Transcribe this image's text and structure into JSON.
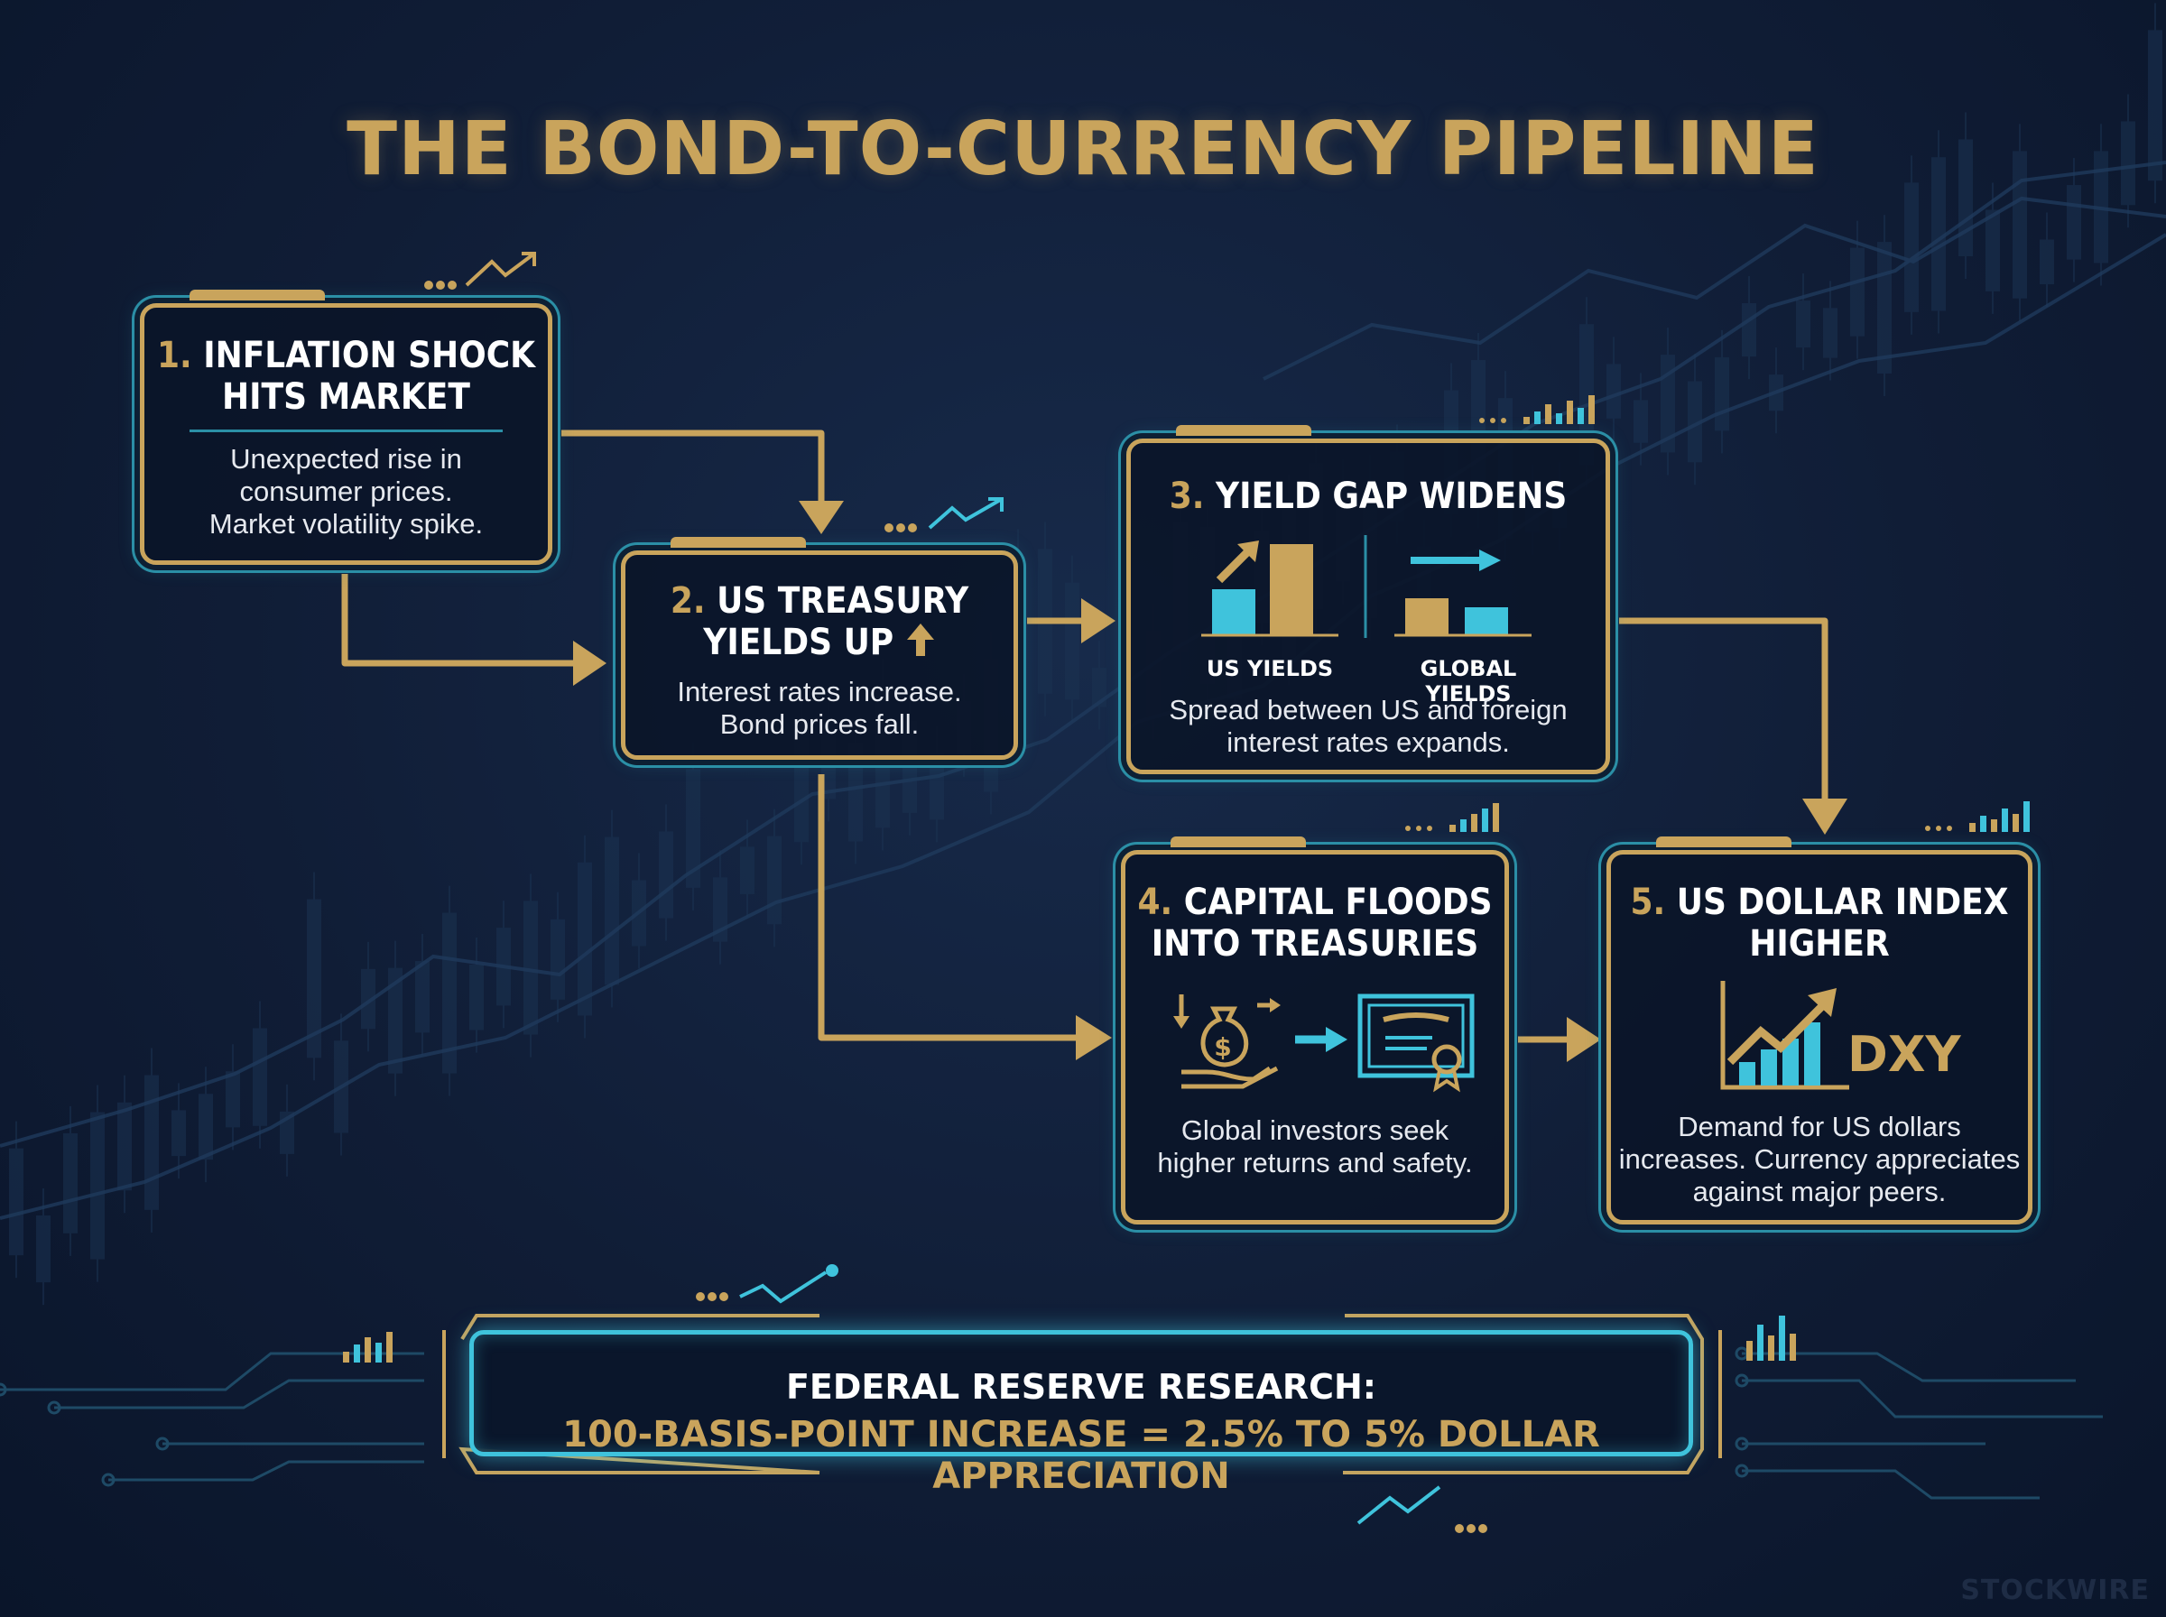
{
  "title": "THE BOND-TO-CURRENCY PIPELINE",
  "colors": {
    "gold": "#c9a45c",
    "teal": "#2b8fa6",
    "cyan": "#3fc3dc",
    "background": "#101d36"
  },
  "steps": [
    {
      "num": "1.",
      "title_line1": "INFLATION SHOCK",
      "title_line2": "HITS MARKET",
      "desc": [
        "Unexpected rise in",
        "consumer prices.",
        "Market volatility spike."
      ]
    },
    {
      "num": "2.",
      "title_line1": "US TREASURY",
      "title_line2": "YIELDS UP",
      "desc": [
        "Interest rates increase.",
        "Bond prices fall."
      ],
      "icon": "up-arrow-icon"
    },
    {
      "num": "3.",
      "title_line1": "YIELD GAP WIDENS",
      "sublabels": [
        "US YIELDS",
        "GLOBAL YIELDS"
      ],
      "desc": [
        "Spread between US and foreign",
        "interest rates expands."
      ],
      "icon": "bar-comparison-icon"
    },
    {
      "num": "4.",
      "title_line1": "CAPITAL FLOODS",
      "title_line2": "INTO TREASURIES",
      "desc": [
        "Global investors seek",
        "higher returns and safety."
      ],
      "icon": "money-bag-to-certificate-icon"
    },
    {
      "num": "5.",
      "title_line1": "US DOLLAR INDEX",
      "title_line2": "HIGHER",
      "icon_label": "DXY",
      "desc": [
        "Demand for US dollars",
        "increases. Currency appreciates",
        "against major peers."
      ],
      "icon": "rising-chart-icon"
    }
  ],
  "research": {
    "heading": "FEDERAL RESERVE RESEARCH:",
    "finding": "100-BASIS-POINT INCREASE = 2.5% TO 5% DOLLAR APPRECIATION"
  },
  "watermark": "STOCKWIRE"
}
